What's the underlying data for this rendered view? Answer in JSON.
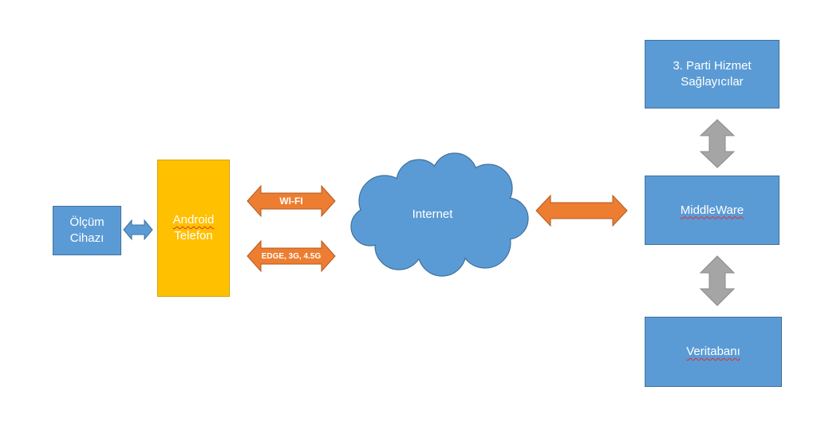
{
  "nodes": {
    "olcum": {
      "line1": "Ölçüm",
      "line2": "Cihazı"
    },
    "android": {
      "line1": "Android",
      "line2": "Telefon"
    },
    "internet": {
      "label": "Internet"
    },
    "parti": {
      "line1": "3. Parti Hizmet",
      "line2": "Sağlayıcılar"
    },
    "middleware": {
      "label": "MiddleWare"
    },
    "veritabani": {
      "label": "Veritabanı"
    }
  },
  "links": {
    "wifi": "WI-FI",
    "mobile": "EDGE, 3G, 4.5G"
  },
  "colors": {
    "box_blue": "#5b9bd5",
    "box_yellow": "#ffc000",
    "arrow_orange": "#ed7d31",
    "arrow_gray": "#a5a5a5",
    "arrow_blue": "#5b9bd5"
  }
}
